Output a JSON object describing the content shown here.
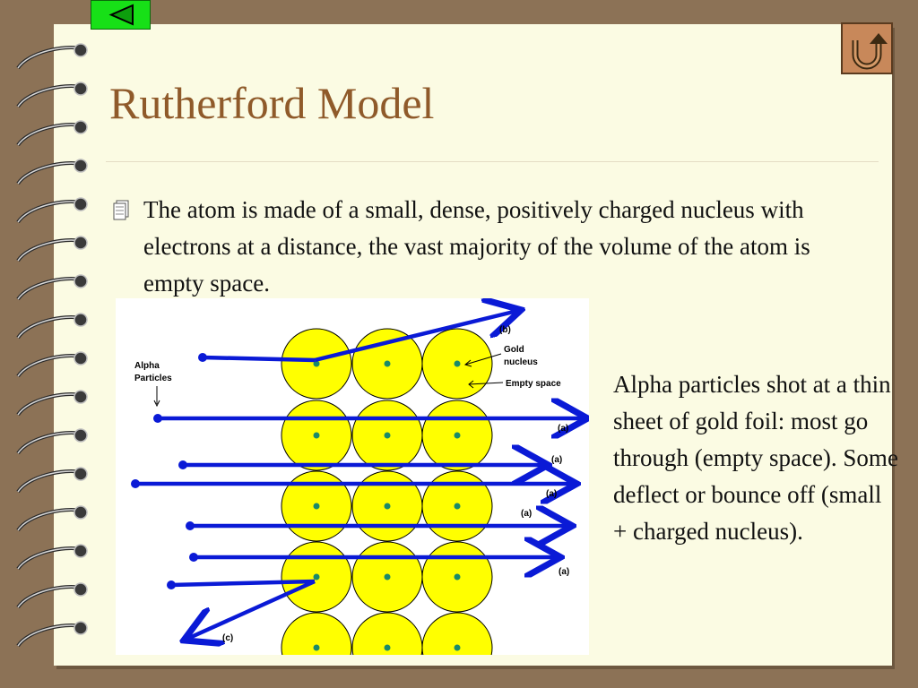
{
  "slide": {
    "title": "Rutherford Model",
    "bullet": "The atom is made of a small, dense, positively charged nucleus with electrons at a distance, the vast majority of the volume of the atom is empty space.",
    "side_text": "Alpha particles shot at a thin sheet of gold foil:  most go through (empty space).  Some deflect or bounce off (small + charged nucleus)."
  },
  "nav": {
    "back_icon": "triangle-left-icon",
    "return_icon": "u-turn-return-icon"
  },
  "figure": {
    "labels": {
      "alpha_line1": "Alpha",
      "alpha_line2": "Particles",
      "gold_line1": "Gold",
      "gold_line2": "nucleus",
      "empty_space": "Empty space",
      "b": "(b)",
      "a": "(a)",
      "c": "(c)"
    },
    "colors": {
      "atom": "#ffff00",
      "nucleus": "#1a8a6a",
      "beam": "#0a1ad6"
    }
  }
}
